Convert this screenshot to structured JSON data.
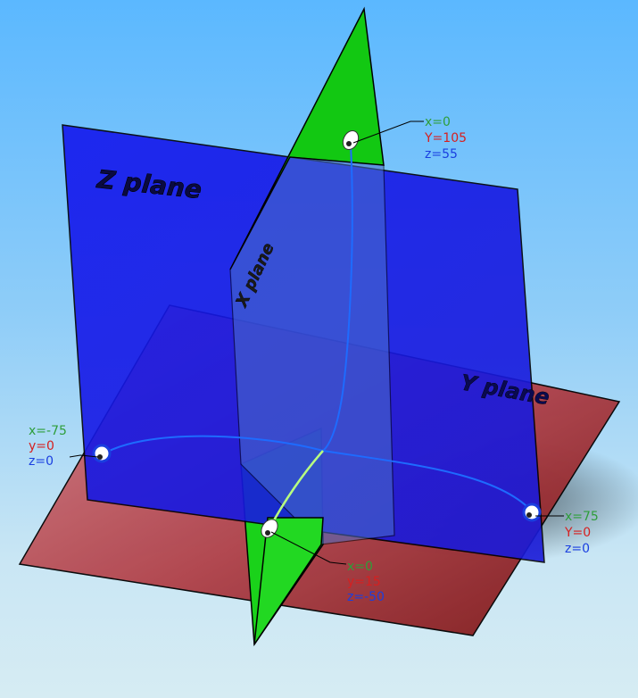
{
  "colors": {
    "x": "#2e9e3a",
    "y": "#d62020",
    "z": "#1a3fe0",
    "y_plane": "#8b1a1a",
    "z_plane": "#1010e6",
    "x_plane": "#12c812",
    "curve": "#1e6bff"
  },
  "planes": {
    "z_label": "Z plane",
    "y_label": "Y plane",
    "x_label": "X plane"
  },
  "points": {
    "top": {
      "x": "x=0",
      "y": "Y=105",
      "z": "z=55"
    },
    "left": {
      "x": "x=-75",
      "y": "y=0",
      "z": "z=0"
    },
    "right": {
      "x": "x=75",
      "y": "Y=0",
      "z": "z=0"
    },
    "bottom": {
      "x": "x=0",
      "y": "y=15",
      "z": "z=-50"
    }
  }
}
